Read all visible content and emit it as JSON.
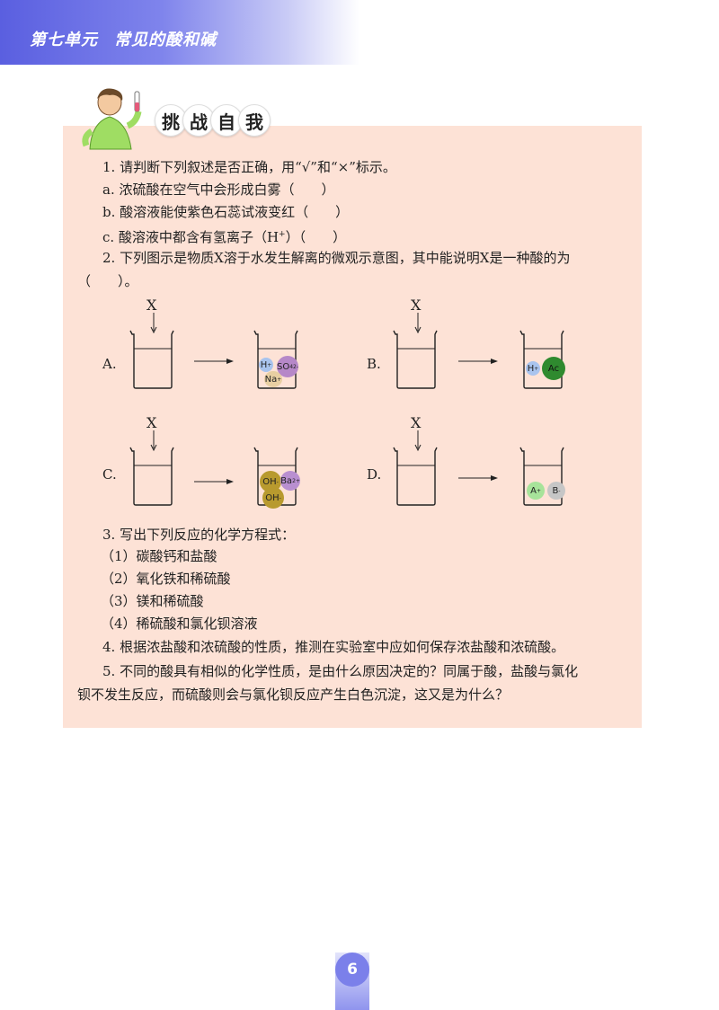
{
  "header": {
    "unit": "第七单元",
    "title": "常见的酸和碱"
  },
  "section": {
    "chars": [
      "挑",
      "战",
      "自",
      "我"
    ]
  },
  "questions": {
    "q1": "1. 请判断下列叙述是否正确，用“√”和“×”标示。",
    "q1a": "a. 浓硫酸在空气中会形成白雾（　　）",
    "q1b": "b. 酸溶液能使紫色石蕊试液变红（　　）",
    "q1c_pre": "c. 酸溶液中都含有氢离子（H",
    "q1c_sup": "+",
    "q1c_post": "）（　　）",
    "q2_line1": "2. 下列图示是物质X溶于水发生解离的微观示意图，其中能说明X是一种酸的为",
    "q2_line2": "（　　）。",
    "q3": "3. 写出下列反应的化学方程式：",
    "q3_1": "（1）碳酸钙和盐酸",
    "q3_2": "（2）氧化铁和稀硫酸",
    "q3_3": "（3）镁和稀硫酸",
    "q3_4": "（4）稀硫酸和氯化钡溶液",
    "q4": "4. 根据浓盐酸和浓硫酸的性质，推测在实验室中应如何保存浓盐酸和浓硫酸。",
    "q5_line1": "5. 不同的酸具有相似的化学性质，是由什么原因决定的？同属于酸，盐酸与氯化",
    "q5_line2": "钡不发生反应，而硫酸则会与氯化钡反应产生白色沉淀，这又是为什么？"
  },
  "diagram": {
    "x_label": "X",
    "options": {
      "a": "A.",
      "b": "B.",
      "c": "C.",
      "d": "D."
    },
    "ions": {
      "a_h": "H",
      "a_h_sup": "+",
      "a_so4": "SO",
      "a_so4_sub": "4",
      "a_so4_sup": "2-",
      "a_na": "Na",
      "a_na_sup": "+",
      "b_h": "H",
      "b_h_sup": "+",
      "b_ac": "Ac",
      "c_oh1": "OH",
      "c_oh1_sup": "-",
      "c_ba": "Ba",
      "c_ba_sup": "2+",
      "c_oh2": "OH",
      "c_oh2_sup": "-",
      "d_a": "A",
      "d_a_sup": "+",
      "d_b": "B",
      "d_b_sup": "-"
    },
    "colors": {
      "h": "#a9c4ee",
      "so4": "#b688c8",
      "na": "#e8cfa2",
      "ac": "#2f8a2f",
      "oh": "#b89a2e",
      "ba": "#b98fd0",
      "a_plus": "#a7e39a",
      "b_minus": "#c6c6c6"
    }
  },
  "page": {
    "number": "6"
  },
  "colors": {
    "panel": "#fde2d6",
    "header": "#5a5fe0",
    "pagenum": "#7b80ea"
  }
}
